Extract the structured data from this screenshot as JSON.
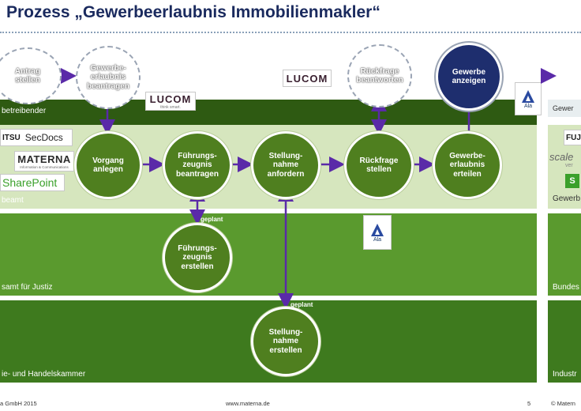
{
  "title": "Prozess „Gewerbeerlaubnis Immobilienmakler“",
  "lanes": {
    "lane1": "betreibender",
    "lane2": "beamt",
    "lane3": "samt für Justiz",
    "lane4": "ie- und Handelskammer"
  },
  "right_lanes": {
    "lane1": "Gewer",
    "lane2": "Gewerb",
    "lane3": "Bundes",
    "lane4": "Industr"
  },
  "top_circles": {
    "c1": "Antrag\nstellen",
    "c2": "Gewerbe-\nerlaubnis\nbeantragen",
    "c3": "Rückfrage\nbeantworten",
    "c4": "Gewerbe\nanzeigen"
  },
  "process": {
    "p1": "Vorgang\nanlegen",
    "p2": "Führungs-\nzeugnis\nbeantragen",
    "p3": "Stellung-\nnahme\nanfordern",
    "p4": "Rückfrage\nstellen",
    "p5": "Gewerbe-\nerlaubnis\nerteilen",
    "p6": "Führungs-\nzeugnis\nerstellen",
    "p7": "Stellung-\nnahme\nerstellen"
  },
  "tags": {
    "geplant1": "geplant",
    "geplant2": "geplant"
  },
  "logos": {
    "lucom": "LUCOM",
    "lucom_sub": "think smart.",
    "ala": "Ala",
    "fujitsu": "ITSU",
    "secdocs": "SecDocs",
    "materna": "MATERNA",
    "materna_sub": "Information & Communications",
    "sharepoint": "SharePoint",
    "right_fuji": "FUJ",
    "right_scale": "scale",
    "right_scale_sub": "ver"
  },
  "footer": {
    "company": "a GmbH 2015",
    "url": "www.materna.de",
    "page": "5",
    "copyright": "© Matern"
  },
  "colors": {
    "title": "#1a2a5e",
    "lane_top": "#2e5a12",
    "lane_light": "#d6e6be",
    "lane_mid": "#5a9a2e",
    "lane_dark": "#3e7a1e",
    "process_circle": "#4f7f1f",
    "arrow": "#5a2aa8",
    "gewerbe_circle": "#1e2e6e"
  }
}
